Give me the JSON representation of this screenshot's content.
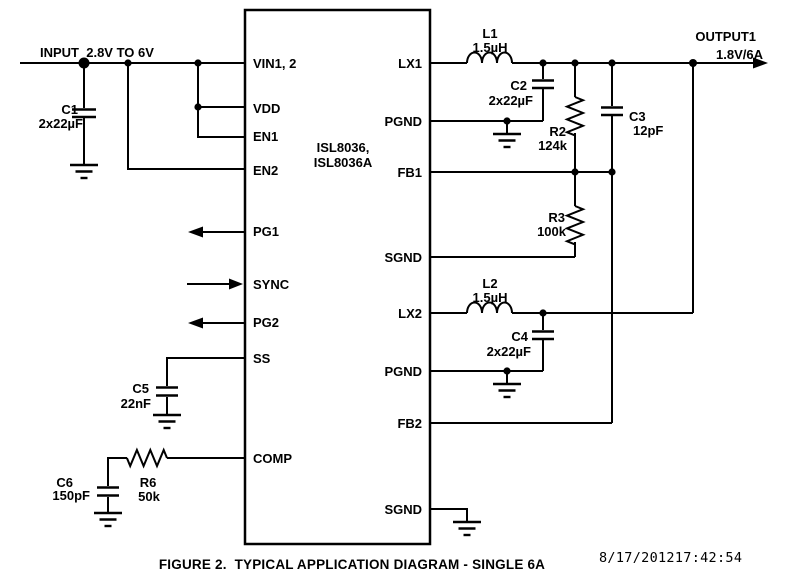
{
  "figure": {
    "caption": "FIGURE 2.  TYPICAL APPLICATION DIAGRAM - SINGLE 6A",
    "timestamp": "8/17/201217:42:54"
  },
  "colors": {
    "wire": "#000000",
    "timestamp_gray": "#9b9b9b"
  },
  "input": {
    "label": "INPUT  2.8V TO 6V"
  },
  "output": {
    "label": "OUTPUT1",
    "rating": "1.8V/6A"
  },
  "ic": {
    "part_line1": "ISL8036,",
    "part_line2": "ISL8036A",
    "left_pins": [
      "VIN1, 2",
      "VDD",
      "EN1",
      "EN2",
      "PG1",
      "SYNC",
      "PG2",
      "SS",
      "COMP"
    ],
    "right_pins": [
      "LX1",
      "PGND",
      "FB1",
      "SGND",
      "LX2",
      "PGND",
      "FB2",
      "SGND"
    ]
  },
  "components": {
    "c1": {
      "ref": "C1",
      "value": "2x22µF"
    },
    "c2": {
      "ref": "C2",
      "value": "2x22µF"
    },
    "c3": {
      "ref": "C3",
      "value": "12pF"
    },
    "c4": {
      "ref": "C4",
      "value": "2x22µF"
    },
    "c5": {
      "ref": "C5",
      "value": "22nF"
    },
    "c6": {
      "ref": "C6",
      "value": "150pF"
    },
    "l1": {
      "ref": "L1",
      "value": "1.5µH"
    },
    "l2": {
      "ref": "L2",
      "value": "1.5µH"
    },
    "r2": {
      "ref": "R2",
      "value": "124k"
    },
    "r3": {
      "ref": "R3",
      "value": "100k"
    },
    "r6": {
      "ref": "R6",
      "value": "50k"
    }
  }
}
